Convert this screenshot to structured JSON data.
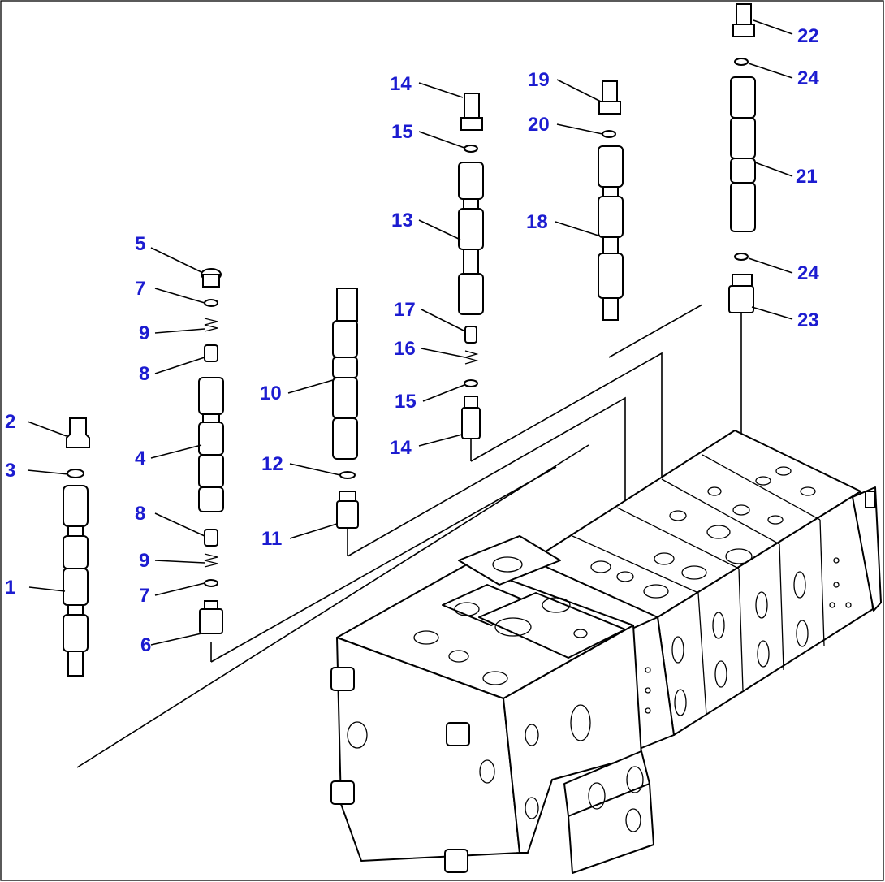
{
  "diagram": {
    "parts": [
      {
        "num": "1"
      },
      {
        "num": "2"
      },
      {
        "num": "3"
      },
      {
        "num": "4"
      },
      {
        "num": "5"
      },
      {
        "num": "6"
      },
      {
        "num": "7"
      },
      {
        "num": "7"
      },
      {
        "num": "8"
      },
      {
        "num": "8"
      },
      {
        "num": "9"
      },
      {
        "num": "9"
      },
      {
        "num": "10"
      },
      {
        "num": "11"
      },
      {
        "num": "12"
      },
      {
        "num": "13"
      },
      {
        "num": "14"
      },
      {
        "num": "14"
      },
      {
        "num": "15"
      },
      {
        "num": "15"
      },
      {
        "num": "16"
      },
      {
        "num": "17"
      },
      {
        "num": "18"
      },
      {
        "num": "19"
      },
      {
        "num": "20"
      },
      {
        "num": "21"
      },
      {
        "num": "22"
      },
      {
        "num": "23"
      },
      {
        "num": "24"
      },
      {
        "num": "24"
      }
    ],
    "colors": {
      "label": "#1c1cd0",
      "line": "#000000",
      "background": "#ffffff"
    }
  }
}
